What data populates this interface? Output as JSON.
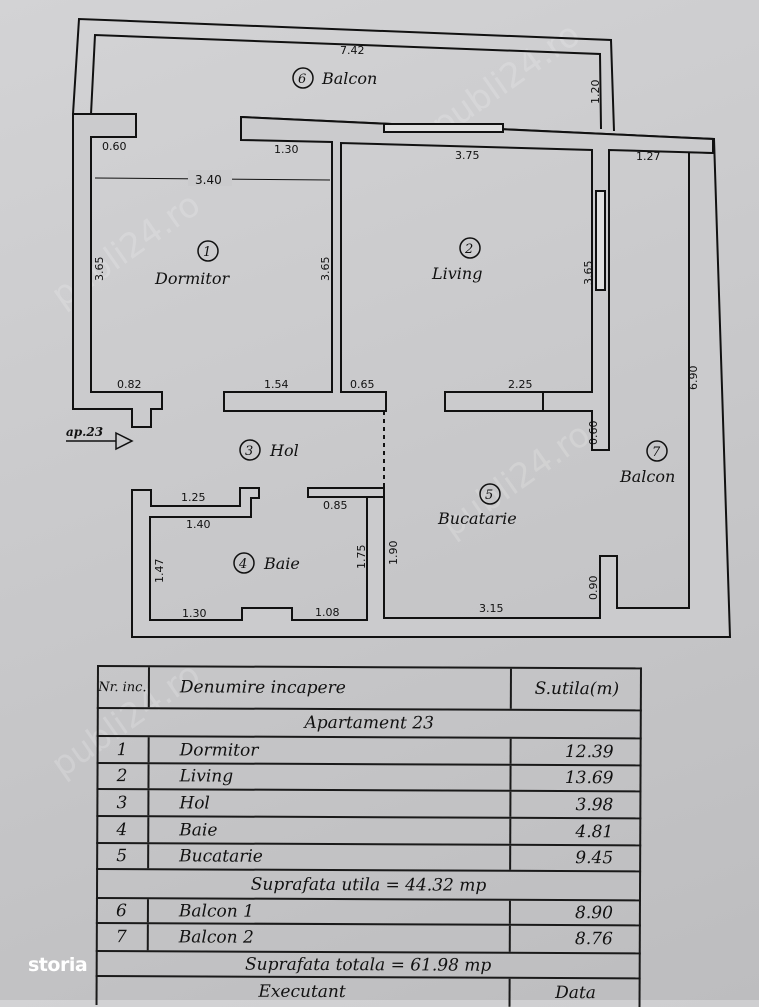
{
  "plan": {
    "rooms": [
      {
        "nr": "6",
        "name": "Balcon"
      },
      {
        "nr": "1",
        "name": "Dormitor"
      },
      {
        "nr": "2",
        "name": "Living"
      },
      {
        "nr": "3",
        "name": "Hol"
      },
      {
        "nr": "4",
        "name": "Baie"
      },
      {
        "nr": "5",
        "name": "Bucatarie"
      },
      {
        "nr": "7",
        "name": "Balcon"
      }
    ],
    "entrance_label": "ap.23",
    "dims": {
      "balcon_width": "7.42",
      "balcon_depth": "1.20",
      "d_060_top": "0.60",
      "d_130_top": "1.30",
      "d_340": "3.40",
      "d_375": "3.75",
      "d_127": "1.27",
      "d_365_left": "3.65",
      "d_365_mid": "3.65",
      "d_365_right": "3.65",
      "d_082": "0.82",
      "d_154": "1.54",
      "d_065": "0.65",
      "d_225": "2.25",
      "d_690": "6.90",
      "d_060_right": "0.60",
      "d_125": "1.25",
      "d_085": "0.85",
      "d_140": "1.40",
      "d_147": "1.47",
      "d_175": "1.75",
      "d_190": "1.90",
      "d_090": "0.90",
      "d_130_bottom": "1.30",
      "d_108": "1.08",
      "d_315": "3.15"
    }
  },
  "table": {
    "header": {
      "nr": "Nr. inc.",
      "name": "Denumire incapere",
      "area": "S.utila(m)"
    },
    "apartment": "Apartament 23",
    "rooms": [
      {
        "nr": "1",
        "name": "Dormitor",
        "area": "12.39"
      },
      {
        "nr": "2",
        "name": "Living",
        "area": "13.69"
      },
      {
        "nr": "3",
        "name": "Hol",
        "area": "3.98"
      },
      {
        "nr": "4",
        "name": "Baie",
        "area": "4.81"
      },
      {
        "nr": "5",
        "name": "Bucatarie",
        "area": "9.45"
      }
    ],
    "subtotal": "Suprafata utila = 44.32 mp",
    "balconies": [
      {
        "nr": "6",
        "name": "Balcon 1",
        "area": "8.90"
      },
      {
        "nr": "7",
        "name": "Balcon 2",
        "area": "8.76"
      }
    ],
    "total": "Suprafata totala = 61.98 mp",
    "footer": {
      "executant": "Executant",
      "data": "Data"
    }
  },
  "watermark": "publi24.ro",
  "brand": "storia"
}
